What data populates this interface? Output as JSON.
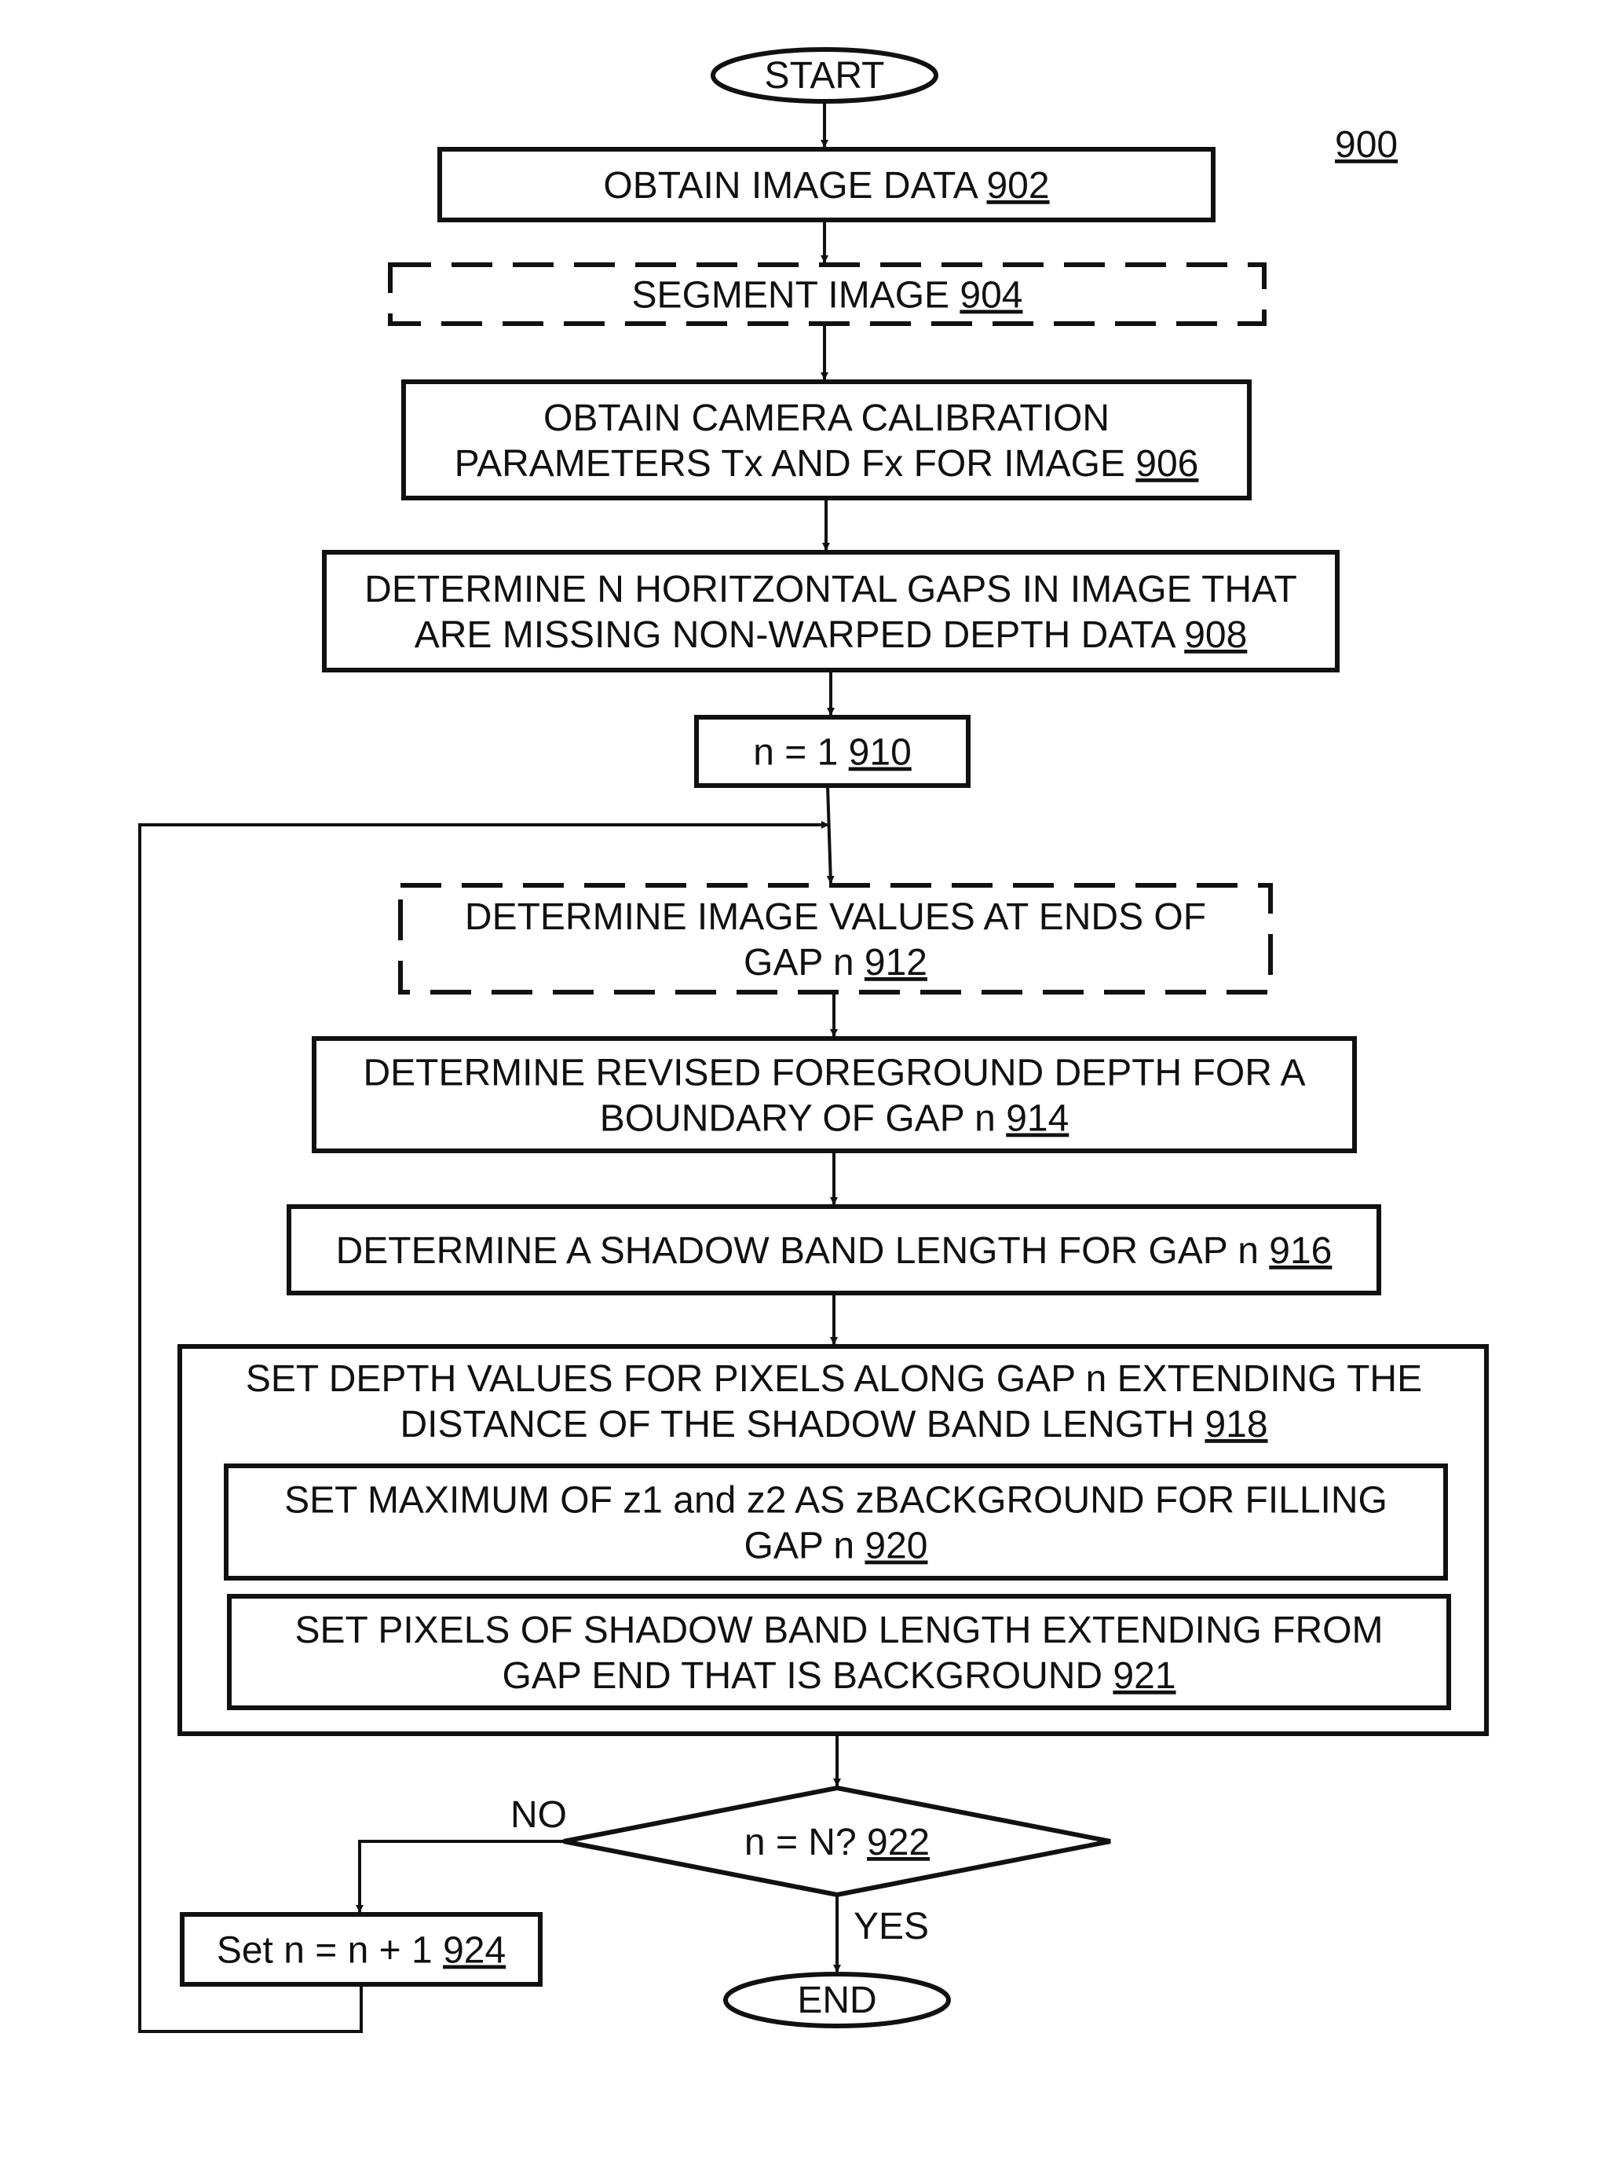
{
  "figure": {
    "number": "900",
    "start_label": "START",
    "end_label": "END",
    "steps": [
      {
        "id": "902",
        "lines": [
          "OBTAIN  IMAGE DATA "
        ],
        "optional": false
      },
      {
        "id": "904",
        "lines": [
          "SEGMENT IMAGE  "
        ],
        "optional": true
      },
      {
        "id": "906",
        "lines": [
          "OBTAIN CAMERA CALIBRATION",
          "PARAMETERS Tx AND Fx FOR IMAGE "
        ],
        "optional": false
      },
      {
        "id": "908",
        "lines": [
          "DETERMINE N HORITZONTAL GAPS IN IMAGE THAT",
          "ARE MISSING NON-WARPED DEPTH DATA  "
        ],
        "optional": false
      },
      {
        "id": "910",
        "lines": [
          "n = 1 "
        ],
        "optional": false
      },
      {
        "id": "912",
        "lines": [
          "DETERMINE  IMAGE VALUES AT ENDS OF",
          "GAP n  "
        ],
        "optional": true
      },
      {
        "id": "914",
        "lines": [
          "DETERMINE REVISED FOREGROUND DEPTH FOR A",
          "BOUNDARY OF GAP n "
        ],
        "optional": false
      },
      {
        "id": "916",
        "lines": [
          "DETERMINE A SHADOW BAND LENGTH FOR GAP n "
        ],
        "optional": false
      },
      {
        "id": "918",
        "lines": [
          "SET DEPTH VALUES FOR PIXELS ALONG GAP n EXTENDING THE",
          "DISTANCE OF THE SHADOW BAND LENGTH "
        ],
        "optional": false
      },
      {
        "id": "920",
        "lines": [
          "SET MAXIMUM OF z1 and z2 AS zBACKGROUND FOR FILLING",
          "GAP n "
        ],
        "optional": false
      },
      {
        "id": "921",
        "lines": [
          "SET PIXELS OF SHADOW BAND LENGTH EXTENDING FROM",
          "GAP END THAT IS BACKGROUND "
        ],
        "optional": false
      },
      {
        "id": "922",
        "lines": [
          "n = N?  "
        ],
        "optional": false
      },
      {
        "id": "924",
        "lines": [
          "Set n = n + 1 "
        ],
        "optional": false
      }
    ],
    "labels": {
      "no": "NO",
      "yes": "YES"
    }
  }
}
